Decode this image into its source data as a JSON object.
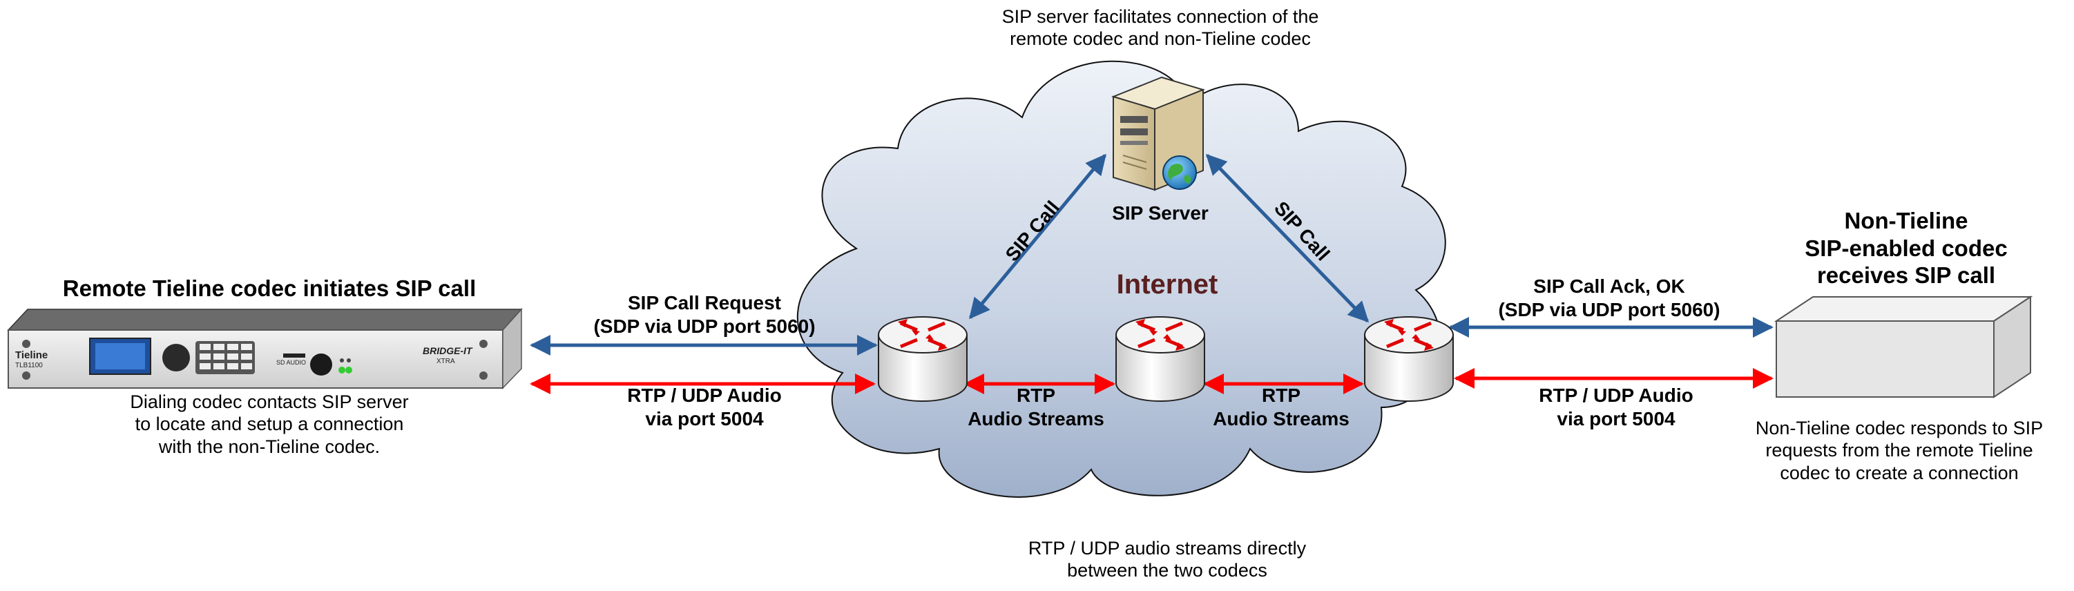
{
  "top_caption": [
    "SIP server facilitates connection of the",
    "remote codec and non-Tieline codec"
  ],
  "server_label": "SIP Server",
  "internet_label": "Internet",
  "sip_call_left": "SIP Call",
  "sip_call_right": "SIP Call",
  "left": {
    "title": "Remote Tieline codec initiates SIP call",
    "caption": [
      "Dialing codec contacts SIP server",
      "to locate and setup a connection",
      "with the non-Tieline codec."
    ],
    "device": {
      "brand": "Tieline",
      "model": "TLB1100",
      "product": "BRIDGE-IT",
      "variant": "XTRA",
      "sd_label": "SD AUDIO"
    }
  },
  "right": {
    "title": [
      "Non-Tieline",
      "SIP-enabled codec",
      "receives SIP call"
    ],
    "caption": [
      "Non-Tieline codec responds to SIP",
      "requests from the remote Tieline",
      "codec to create a connection"
    ]
  },
  "sip_request": [
    "SIP Call Request",
    "(SDP via UDP port 5060)"
  ],
  "sip_ack": [
    "SIP Call Ack, OK",
    "(SDP via UDP port 5060)"
  ],
  "rtp_left": [
    "RTP / UDP Audio",
    "via port 5004"
  ],
  "rtp_right": [
    "RTP / UDP Audio",
    "via port 5004"
  ],
  "rtp_streams_1": [
    "RTP",
    "Audio Streams"
  ],
  "rtp_streams_2": [
    "RTP",
    "Audio Streams"
  ],
  "bottom_caption": [
    "RTP / UDP audio streams directly",
    "between the two codecs"
  ],
  "colors": {
    "sip_arrow": "#2c5f9a",
    "rtp_arrow": "#ff0000",
    "cloud_top": "#e8edf5",
    "cloud_bottom": "#a9b7cf",
    "internet_text": "#5a1f1f"
  },
  "icons": [
    "server-icon",
    "router-icon",
    "codec-device-icon",
    "generic-codec-box-icon",
    "globe-icon"
  ]
}
